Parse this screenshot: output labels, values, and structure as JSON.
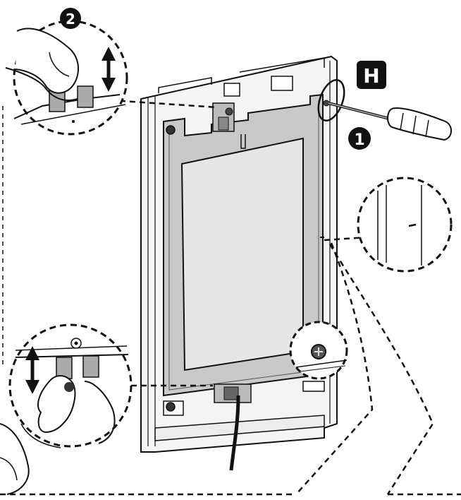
{
  "markers": {
    "step_one": "1",
    "step_two": "2",
    "part_h": "H"
  },
  "colors": {
    "line": "#111111",
    "wall_plate": "#f4f4f4",
    "panel_frame": "#c9c9c9",
    "screen": "#e6e6e6",
    "marker_fill": "#111111",
    "marker_text": "#ffffff"
  },
  "icons": [
    "screwdriver-icon",
    "hand-icon",
    "double-arrow-icon",
    "screw-icon",
    "cable-icon"
  ]
}
